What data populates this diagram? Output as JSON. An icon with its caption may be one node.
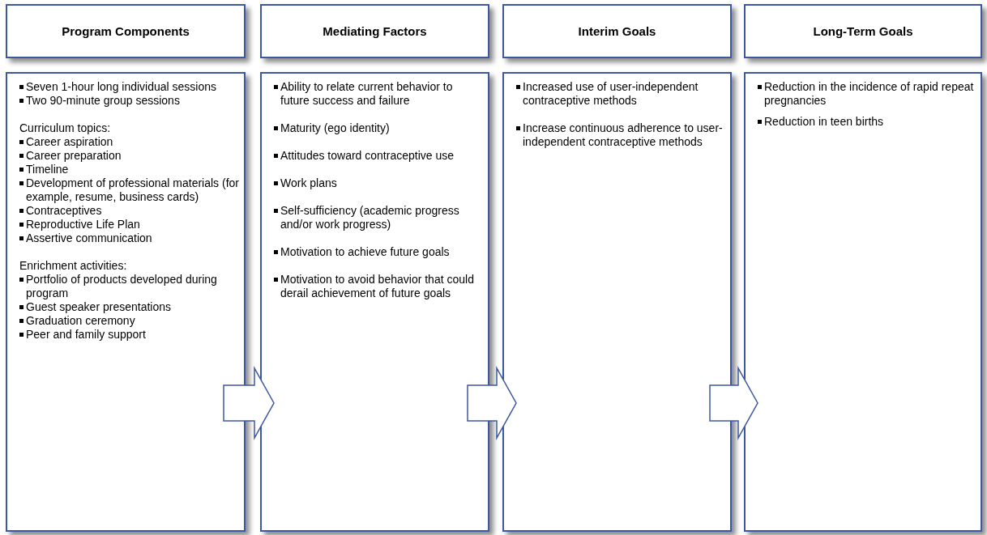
{
  "diagram": {
    "nodes": [
      {
        "text": [
          "Program Components"
        ]
      },
      {
        "text": [
          "Mediating Factors"
        ]
      },
      {
        "text": [
          "Interim Goals"
        ]
      },
      {
        "text": [
          "Long-Term Goals"
        ]
      },
      {
        "text": [
          "Seven 1-hour long individual sessions",
          "Two 90-minute group sessions",
          "Curriculum topics:",
          "Career aspiration",
          "Career preparation",
          "Timeline",
          "Development of professional materials (for example, resume, business cards)",
          "Contraceptives",
          "Reproductive Life Plan",
          "Assertive communication",
          "Enrichment activities:",
          "Portfolio of products developed during program",
          "Guest speaker presentations",
          "Graduation ceremony",
          "Peer and family support"
        ]
      },
      {
        "text": [
          "Ability to relate current behavior to future success and failure",
          "Maturity (ego identity)",
          "Attitudes toward contraceptive use",
          "Work plans",
          "Self-sufficiency (academic progress and/or work progress)",
          "Motivation to achieve future goals",
          "Motivation to avoid behavior that could derail achievement of future goals"
        ]
      },
      {
        "text": [
          "Increased use of user-independent contraceptive methods",
          "Increase continuous adherence to user-independent contraceptive methods"
        ]
      },
      {
        "text": [
          "Reduction in the incidence of rapid repeat pregnancies",
          "Reduction in teen births"
        ]
      }
    ],
    "edges": [
      {
        "from": 4,
        "to": 5,
        "arrow": "to"
      },
      {
        "from": 5,
        "to": 6,
        "arrow": "to"
      },
      {
        "from": 6,
        "to": 7,
        "arrow": "to"
      }
    ]
  }
}
